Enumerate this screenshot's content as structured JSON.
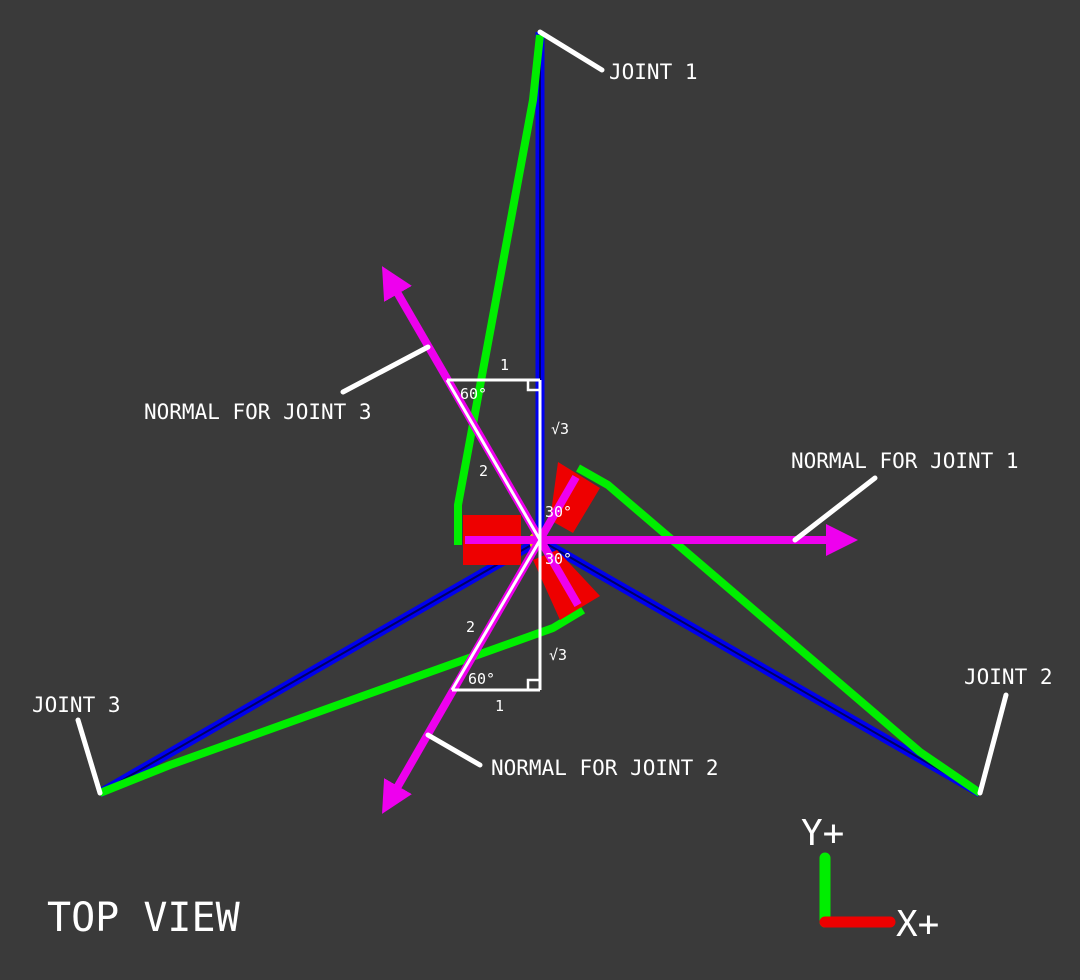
{
  "view_title": "TOP VIEW",
  "joints": {
    "joint1": "JOINT 1",
    "joint2": "JOINT 2",
    "joint3": "JOINT 3"
  },
  "normals": {
    "normal1": "NORMAL FOR JOINT 1",
    "normal2": "NORMAL FOR JOINT 2",
    "normal3": "NORMAL FOR JOINT 3"
  },
  "triangle_upper": {
    "side_top": "1",
    "hypotenuse": "2",
    "side_vertical": "√3",
    "angle_left": "60°",
    "angle_bottom": "30°"
  },
  "triangle_lower": {
    "side_bottom": "1",
    "hypotenuse": "2",
    "side_vertical": "√3",
    "angle_left": "60°",
    "angle_top": "30°"
  },
  "axes": {
    "y_label": "Y+",
    "x_label": "X+"
  },
  "colors": {
    "background": "#3a3a3a",
    "link_blue": "#0000ee",
    "link_green": "#00ee00",
    "normal_magenta": "#ee00ee",
    "base_red": "#ee0000",
    "annotation_white": "#ffffff"
  }
}
